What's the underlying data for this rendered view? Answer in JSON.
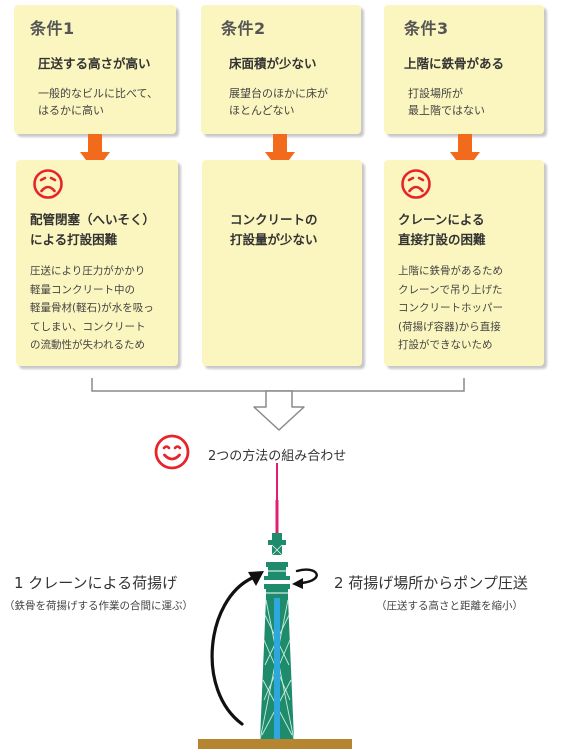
{
  "conditions": [
    {
      "title": "条件1",
      "heading": "圧送する高さが高い",
      "desc": [
        "一般的なビルに比べて、",
        "はるかに高い"
      ]
    },
    {
      "title": "条件2",
      "heading": "床面積が少ない",
      "desc": [
        "展望台のほかに床が",
        "ほとんどない"
      ]
    },
    {
      "title": "条件3",
      "heading": "上階に鉄骨がある",
      "desc": [
        "打設場所が",
        "最上階ではない"
      ]
    }
  ],
  "results": [
    {
      "heading": [
        "配管閉塞（へいそく）",
        "による打設困難"
      ],
      "desc": [
        "圧送により圧力がかかり",
        "軽量コンクリート中の",
        "軽量骨材(軽石)が水を吸っ",
        "てしまい、コンクリート",
        "の流動性が失われるため"
      ],
      "face": "sad-face-icon"
    },
    {
      "heading": [
        "コンクリートの",
        "打設量が少ない"
      ],
      "desc": []
    },
    {
      "heading": [
        "クレーンによる",
        "直接打設の困難"
      ],
      "desc": [
        "上階に鉄骨があるため",
        "クレーンで吊り上げた",
        "コンクリートホッパー",
        "(荷揚げ容器)から直接",
        "打設ができないため"
      ],
      "face": "sad-face-icon"
    }
  ],
  "combine": {
    "label": "2つの方法の組み合わせ",
    "face": "smile-face-icon"
  },
  "methods": [
    {
      "label": "1 クレーンによる荷揚げ",
      "sub": "（鉄骨を荷揚げする作業の合間に運ぶ）"
    },
    {
      "label": "2 荷揚げ場所からポンプ圧送",
      "sub": "（圧送する高さと距離を縮小）"
    }
  ],
  "colors": {
    "card": "#fbf6bf",
    "arrow": "#f26b1d",
    "face": "#e8242a",
    "tower_green": "#1e8c6c",
    "tower_core": "#2ea7df",
    "antenna": "#e0206e",
    "ground": "#b5862f"
  }
}
